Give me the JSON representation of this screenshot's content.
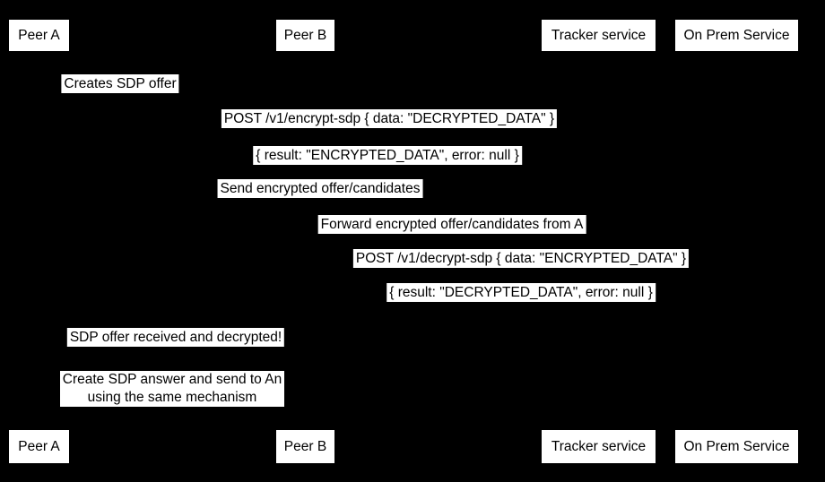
{
  "diagram": {
    "type": "sequence-diagram",
    "colors": {
      "background": "#000000",
      "box_fill": "#ffffff",
      "text": "#000000"
    },
    "actors": [
      {
        "id": "peer-a",
        "label": "Peer A"
      },
      {
        "id": "peer-b",
        "label": "Peer B"
      },
      {
        "id": "tracker",
        "label": "Tracker service"
      },
      {
        "id": "onprem",
        "label": "On Prem Service"
      }
    ],
    "messages": [
      {
        "text": "Creates SDP offer"
      },
      {
        "text": "POST /v1/encrypt-sdp { data: \"DECRYPTED_DATA\" }"
      },
      {
        "text": "{ result: \"ENCRYPTED_DATA\", error: null }"
      },
      {
        "text": "Send encrypted offer/candidates"
      },
      {
        "text": "Forward encrypted offer/candidates from A"
      },
      {
        "text": "POST /v1/decrypt-sdp { data: \"ENCRYPTED_DATA\" }"
      },
      {
        "text": "{ result: \"DECRYPTED_DATA\", error: null }"
      },
      {
        "text": "SDP offer received and decrypted!"
      }
    ],
    "note": {
      "line1": "Create SDP answer and send to An",
      "line2": "using the same mechanism"
    }
  }
}
